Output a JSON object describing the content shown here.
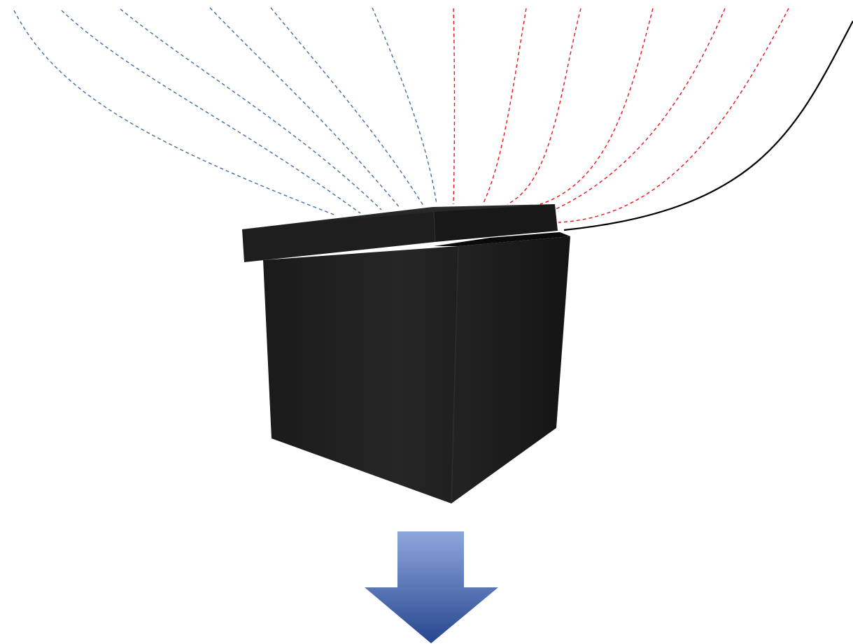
{
  "figure": {
    "background": "#ffffff",
    "lines": {
      "blue_dashed": {
        "color": "#3f6fa3",
        "count": 6,
        "style": "dashed"
      },
      "red_dashed": {
        "color": "#e8141a",
        "count": 6,
        "style": "dashed"
      },
      "black_solid": {
        "color": "#000000",
        "count": 1,
        "style": "solid"
      }
    },
    "box": {
      "color": "#1f1f1f",
      "state": "lid-ajar"
    },
    "arrow": {
      "direction": "down",
      "color_top": "#8ea7dc",
      "color_bottom": "#27468f"
    }
  }
}
